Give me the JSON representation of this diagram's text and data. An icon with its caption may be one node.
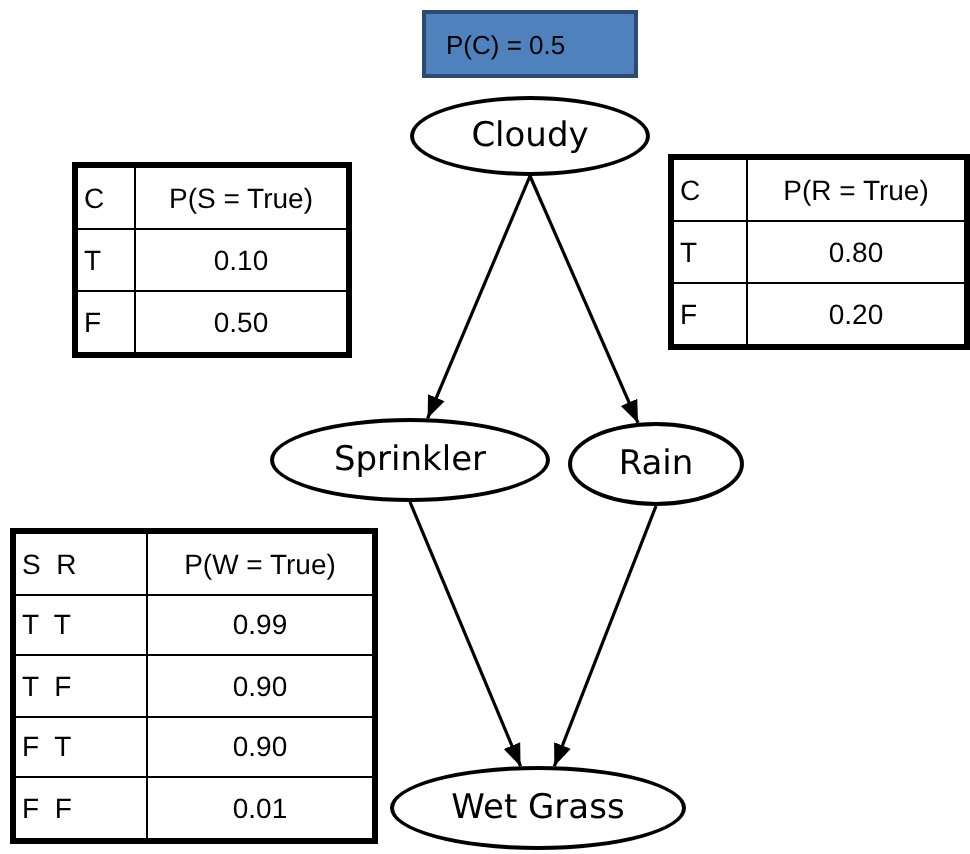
{
  "diagram": {
    "nodes": [
      {
        "text": [
          "P(C) = 0.5"
        ]
      },
      {
        "text": [
          "Cloudy"
        ]
      },
      {
        "text": [
          "Sprinkler"
        ]
      },
      {
        "text": [
          "Rain"
        ]
      },
      {
        "text": [
          "Wet Grass"
        ]
      }
    ],
    "edges": [
      {
        "from": 1,
        "to": 2,
        "arrow": "to"
      },
      {
        "from": 1,
        "to": 3,
        "arrow": "to"
      },
      {
        "from": 2,
        "to": 4,
        "arrow": "to"
      },
      {
        "from": 3,
        "to": 4,
        "arrow": "to"
      }
    ],
    "labels": [
      "C",
      "P(S = True)",
      "T",
      "0.10",
      "F",
      "0.50",
      "C",
      "P(R = True)",
      "T",
      "0.80",
      "F",
      "0.20",
      "S  R",
      "P(W = True)",
      "T  T",
      "0.99",
      "T  F",
      "0.90",
      "F  T",
      "0.90",
      "F  F",
      "0.01"
    ]
  }
}
